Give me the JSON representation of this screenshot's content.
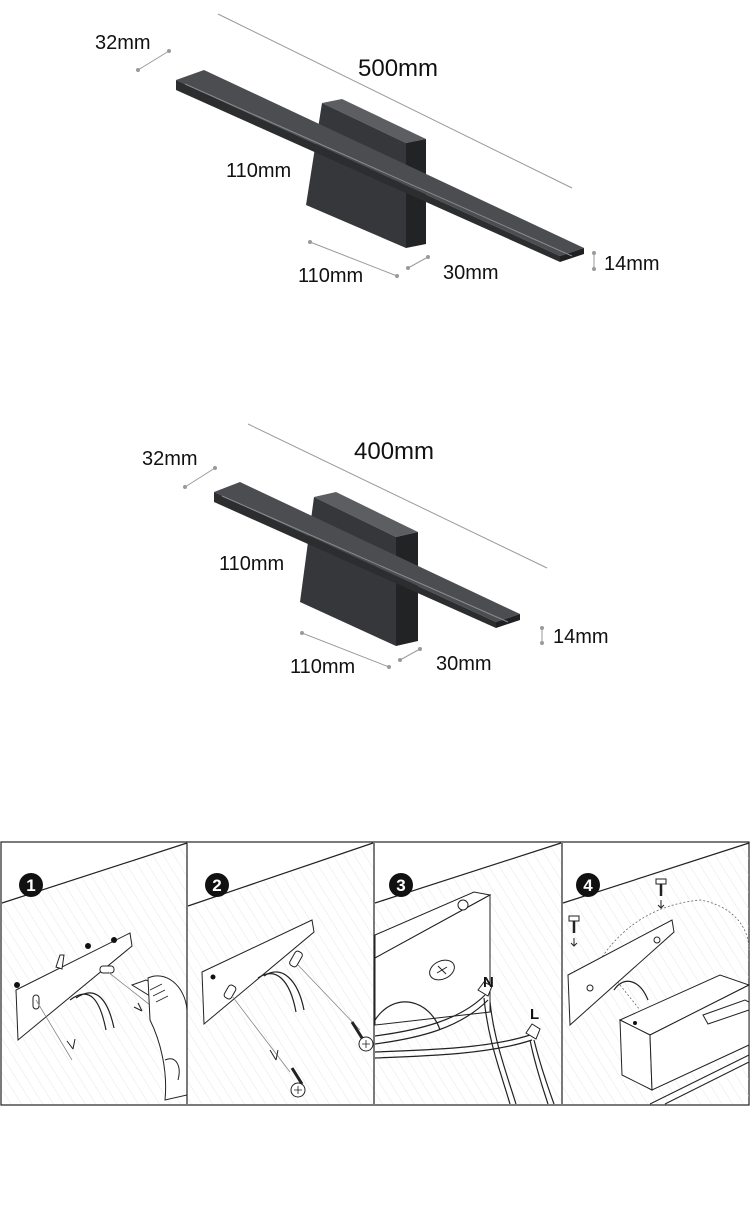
{
  "lamps": [
    {
      "length": "500mm",
      "bar_width": "32mm",
      "base_height": "110mm",
      "base_width": "110mm",
      "base_depth": "30mm",
      "bar_thickness": "14mm"
    },
    {
      "length": "400mm",
      "bar_width": "32mm",
      "base_height": "110mm",
      "base_width": "110mm",
      "base_depth": "30mm",
      "bar_thickness": "14mm"
    }
  ],
  "steps": [
    {
      "number": "1"
    },
    {
      "number": "2"
    },
    {
      "number": "3",
      "wire_labels": [
        "N",
        "L"
      ]
    },
    {
      "number": "4"
    }
  ],
  "colors": {
    "lamp_body": "#3a3b3d",
    "lamp_dark": "#27282a",
    "lamp_light": "#6a6c70",
    "dimension_line": "#a0a0a0",
    "text": "#111111"
  }
}
